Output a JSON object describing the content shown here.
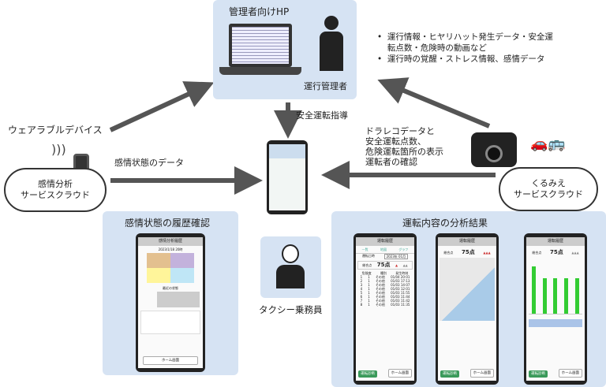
{
  "admin": {
    "title": "管理者向けHP",
    "manager": "運行管理者"
  },
  "info_bullets": [
    "運行情報・ヒヤリハット発生データ・安全運転点数・危険時の動画など",
    "運行時の覚醒・ストレス情報、感情データ"
  ],
  "arrows": {
    "guidance": "安全運転指導",
    "emotion_data": "感情状態のデータ",
    "dashcam_lines": [
      "ドラレコデータと",
      "安全運転点数、",
      "危険運転箇所の表示",
      "運転者の確認"
    ]
  },
  "wearable": {
    "label": "ウェアラブルデバイス",
    "cloud": [
      "感情分析",
      "サービスクラウド"
    ]
  },
  "kurumie": {
    "cloud": [
      "くるみえ",
      "サービスクラウド"
    ]
  },
  "history": {
    "title": "感情状態の履歴確認",
    "screen_title": "感情分析履歴",
    "date": "2023/1/18 20時",
    "recent": "最近の状態",
    "home": "ホーム画面"
  },
  "driver": {
    "label": "タクシー乗務員"
  },
  "analysis": {
    "title": "運転内容の分析結果",
    "screen_title": "運転履歴",
    "tabs": [
      "一覧",
      "地図",
      "グラフ"
    ],
    "date_label": "運転日時",
    "month": "2023年 01月",
    "score_label": "総合点",
    "score": "75点",
    "columns": [
      "危険度",
      "種別",
      "発生時刻"
    ],
    "rows": [
      [
        "1",
        "1",
        "その他",
        "01/04 20:01"
      ],
      [
        "2",
        "1",
        "その他",
        "01/03 17:13"
      ],
      [
        "3",
        "1",
        "その他",
        "01/03 14:07"
      ],
      [
        "4",
        "1",
        "その他",
        "01/03 12:01"
      ],
      [
        "5",
        "1",
        "その他",
        "01/03 11:55"
      ],
      [
        "6",
        "1",
        "その他",
        "01/03 11:44"
      ],
      [
        "7",
        "1",
        "その他",
        "01/03 11:42"
      ],
      [
        "8",
        "1",
        "その他",
        "01/03 11:35"
      ]
    ],
    "diag_button": "運転診断",
    "home_button": "ホーム画面"
  }
}
